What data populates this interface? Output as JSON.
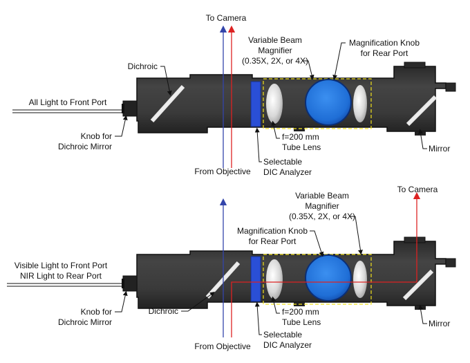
{
  "top_panel": {
    "mode_label": "All Light to Front Port",
    "to_camera": "To Camera",
    "variable_beam_line1": "Variable Beam",
    "variable_beam_line2": "Magnifier",
    "variable_beam_line3": "(0.35X, 2X, or 4X)",
    "mag_knob_line1": "Magnification Knob",
    "mag_knob_line2": "for Rear Port",
    "dichroic": "Dichroic",
    "knob_line1": "Knob for",
    "knob_line2": "Dichroic Mirror",
    "tube_lens_line1": "f=200 mm",
    "tube_lens_line2": "Tube Lens",
    "selectable_line1": "Selectable",
    "selectable_line2": "DIC Analyzer",
    "from_objective": "From Objective",
    "mirror": "Mirror"
  },
  "bottom_panel": {
    "mode_label_line1": "Visible Light to Front Port",
    "mode_label_line2": "NIR Light to Rear Port",
    "to_camera": "To Camera",
    "variable_beam_line1": "Variable Beam",
    "variable_beam_line2": "Magnifier",
    "variable_beam_line3": "(0.35X, 2X, or 4X)",
    "mag_knob_line1": "Magnification Knob",
    "mag_knob_line2": "for Rear Port",
    "dichroic": "Dichroic",
    "knob_line1": "Knob for",
    "knob_line2": "Dichroic Mirror",
    "tube_lens_line1": "f=200 mm",
    "tube_lens_line2": "Tube Lens",
    "selectable_line1": "Selectable",
    "selectable_line2": "DIC Analyzer",
    "from_objective": "From Objective",
    "mirror": "Mirror"
  },
  "colors": {
    "housing": "#3b3b3b",
    "housing_edge": "#111111",
    "blue_beam": "#3344aa",
    "red_beam": "#dd2222",
    "analyzer_blue": "#2a4fd6",
    "knob_blue": "#1f6ed6",
    "dashed_box": "#f2e21c"
  }
}
